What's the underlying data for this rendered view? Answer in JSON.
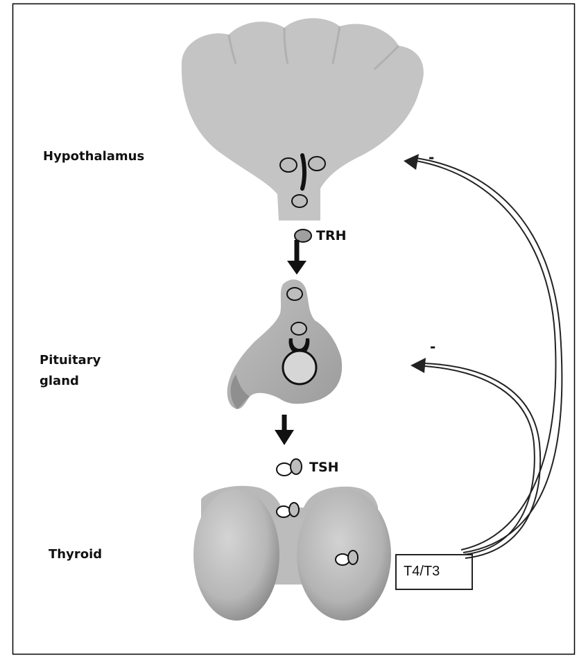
{
  "organs": {
    "hypothalamus": "Hypothalamus",
    "pituitary": [
      "Pituitary",
      "gland"
    ],
    "thyroid": "Thyroid"
  },
  "hormones": {
    "trh": "TRH",
    "tsh": "TSH",
    "t4t3": "T4/T3"
  },
  "feedback_sign": "-",
  "colors": {
    "organ_fill": "#c6c6c6",
    "organ_shadow": "#a9a9a9",
    "outline": "#111111",
    "frame": "#000000"
  }
}
